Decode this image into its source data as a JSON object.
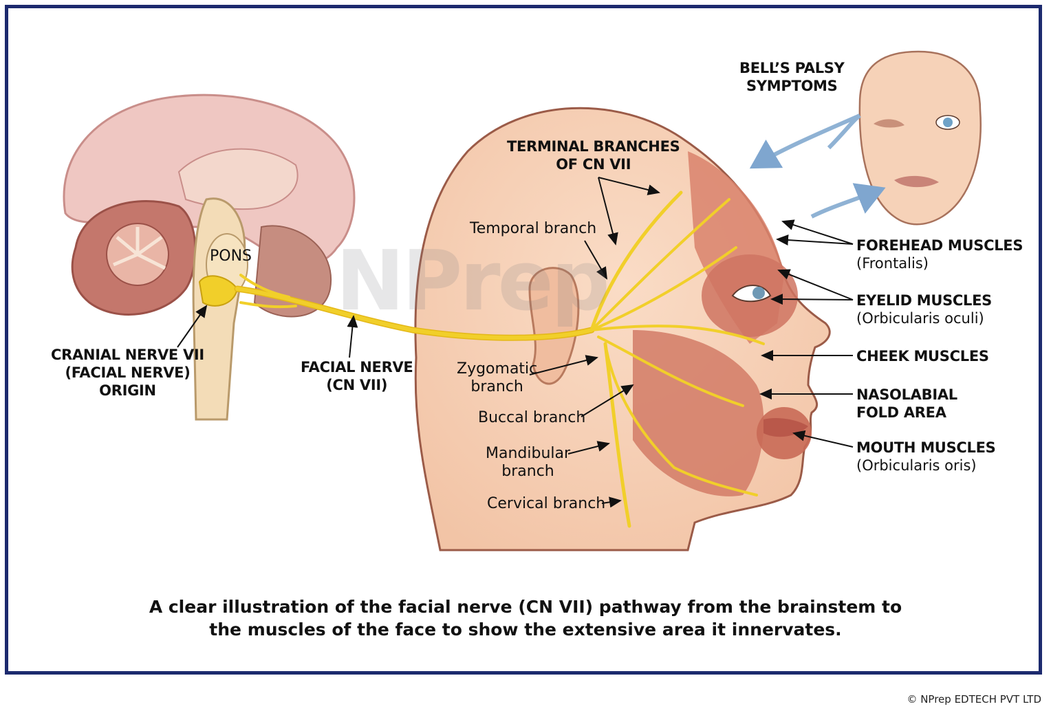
{
  "watermark": "NPrep",
  "labels": {
    "bells_palsy": [
      "BELL’S PALSY",
      "SYMPTOMS"
    ],
    "terminal_branches": [
      "TERMINAL BRANCHES",
      "OF CN VII"
    ],
    "temporal": "Temporal branch",
    "pons": "PONS",
    "cranial_origin": [
      "CRANIAL NERVE VII",
      "(FACIAL NERVE)",
      "ORIGIN"
    ],
    "facial_nerve": [
      "FACIAL NERVE",
      "(CN VII)"
    ],
    "zygomatic": [
      "Zygomatic",
      "branch"
    ],
    "buccal": "Buccal branch",
    "mandibular": [
      "Mandibular",
      "branch"
    ],
    "cervical": "Cervical branch",
    "forehead": {
      "title": "FOREHEAD MUSCLES",
      "sub": "(Frontalis)"
    },
    "eyelid": {
      "title": "EYELID MUSCLES",
      "sub": "(Orbicularis oculi)"
    },
    "cheek": {
      "title": "CHEEK MUSCLES"
    },
    "nasolabial": {
      "title": [
        "NASOLABIAL",
        "FOLD AREA"
      ]
    },
    "mouth": {
      "title": "MOUTH MUSCLES",
      "sub": "(Orbicularis oris)"
    }
  },
  "caption": [
    "A clear illustration of the facial nerve (CN VII) pathway from the brainstem to",
    "the muscles of the face to show the extensive area it innervates."
  ],
  "copyright": "© NPrep EDTECH PVT LTD",
  "colors": {
    "frame": "#1c2a6e",
    "skin": "#f6d2b8",
    "muscle": "#d9826c",
    "nerve": "#f1cf2a",
    "brain": "#efc7c2",
    "arrow": "#8fb2d4"
  }
}
